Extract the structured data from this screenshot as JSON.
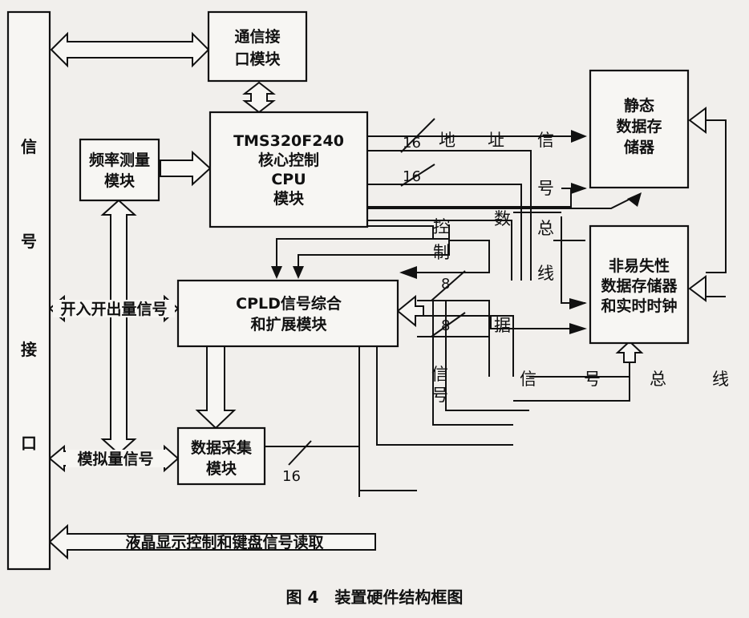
{
  "figure": {
    "caption": "图 4　装置硬件结构框图"
  },
  "blocks": {
    "signal_interface": [
      "信",
      "号",
      "接",
      "口"
    ],
    "comm_module": [
      "通信接",
      "口模块"
    ],
    "freq_module": [
      "频率测量",
      "模块"
    ],
    "cpu_module": [
      "TMS320F240",
      "核心控制",
      "CPU",
      "模块"
    ],
    "cpld_module": [
      "CPLD信号综合",
      "和扩展模块"
    ],
    "daq_module": [
      "数据采集",
      "模块"
    ],
    "sram": [
      "静态",
      "数据存",
      "储器"
    ],
    "nvram": [
      "非易失性",
      "数据存储器",
      "和实时时钟"
    ]
  },
  "links": {
    "io_signal": "开入开出量信号",
    "analog_signal": "模拟量信号",
    "lcd_signal": "液晶显示控制和键盘信号读取"
  },
  "bus_labels": {
    "width_16": "16",
    "width_8": "8",
    "addr": [
      "地",
      "址"
    ],
    "signal_vertical": [
      "信",
      "号",
      "总",
      "线"
    ],
    "data_shu": "数",
    "data_ju": "据",
    "control": [
      "控",
      "制"
    ],
    "signal_small": [
      "信",
      "号"
    ],
    "signal_bottom": [
      "信",
      "号",
      "总",
      "线"
    ]
  }
}
